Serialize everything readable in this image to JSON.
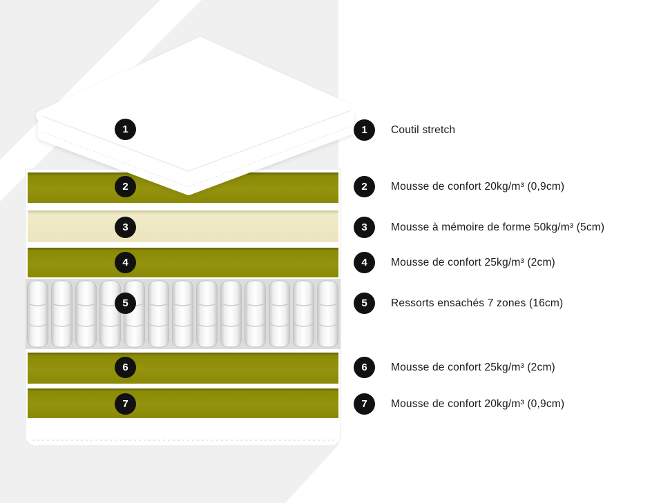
{
  "legend": {
    "items": [
      {
        "number": "1",
        "label": "Coutil stretch"
      },
      {
        "number": "2",
        "label": "Mousse de confort 20kg/m³ (0,9cm)"
      },
      {
        "number": "3",
        "label": "Mousse à mémoire de forme 50kg/m³ (5cm)"
      },
      {
        "number": "4",
        "label": "Mousse de confort 25kg/m³ (2cm)"
      },
      {
        "number": "5",
        "label": "Ressorts ensachés 7 zones (16cm)"
      },
      {
        "number": "6",
        "label": "Mousse de confort 25kg/m³ (2cm)"
      },
      {
        "number": "7",
        "label": "Mousse de confort 20kg/m³ (0,9cm)"
      }
    ]
  },
  "diagram": {
    "markers": [
      "1",
      "2",
      "3",
      "4",
      "5",
      "6",
      "7"
    ]
  },
  "colors": {
    "background_panel": "#f0f0f1",
    "foam_olive": "#8f8e06",
    "foam_cream": "#efe9c6",
    "marker": "#111111",
    "text": "#1a1a1a"
  }
}
